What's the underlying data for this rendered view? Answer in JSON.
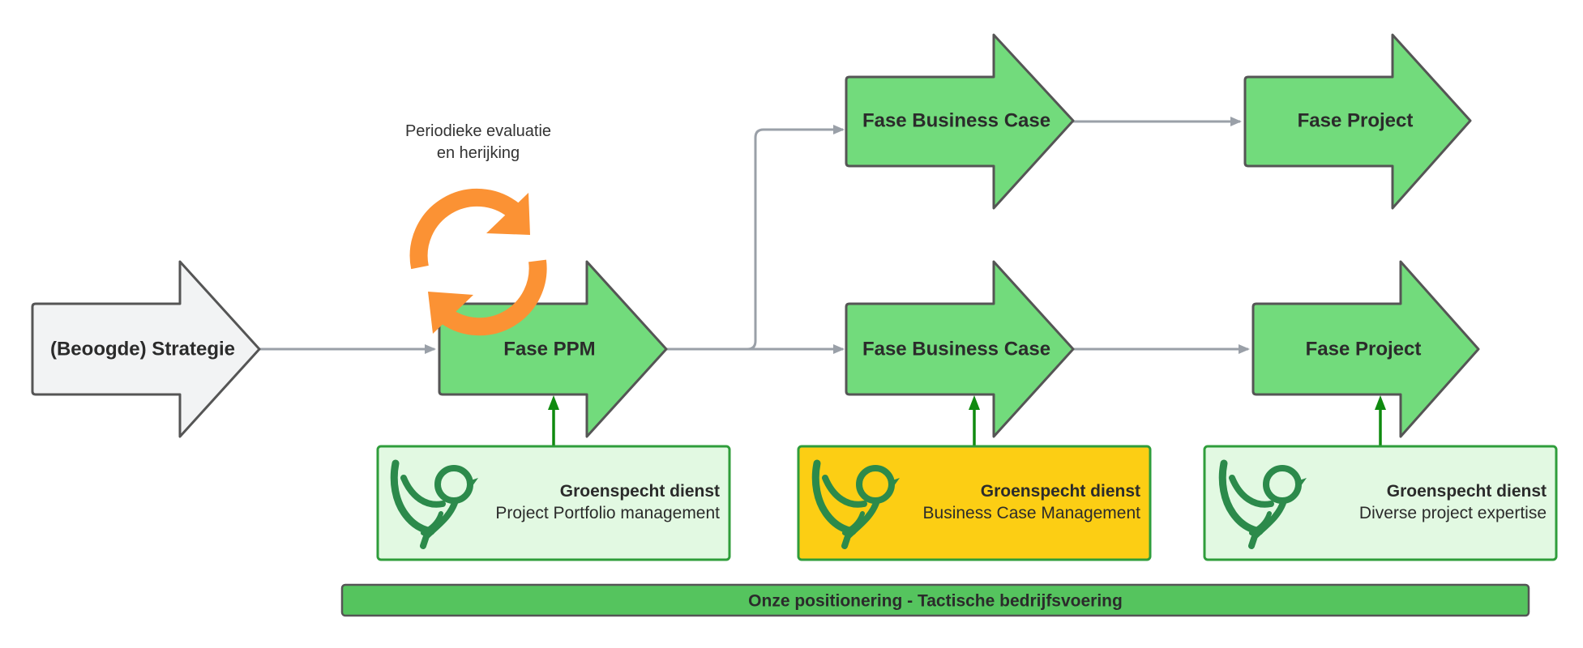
{
  "colors": {
    "phase_fill": "#72db7c",
    "strategy_fill": "#f2f3f4",
    "outline": "#555555",
    "connector": "#9aa0a8",
    "support_arrow": "#0f8a0f",
    "service_fill": "#e2f9e2",
    "service_highlight_fill": "#fcce14",
    "service_border": "#2f9d3b",
    "bar_fill": "#55c45e",
    "cycle": "#fb9234",
    "logo": "#2c8a4b"
  },
  "strategy": {
    "label": "(Beoogde) Strategie"
  },
  "cycle_note": {
    "line1": "Periodieke evaluatie",
    "line2": "en herijking",
    "icon": "refresh-cycle-icon"
  },
  "phases": {
    "ppm": {
      "label": "Fase PPM"
    },
    "business_case_top": {
      "label": "Fase Business Case"
    },
    "project_top": {
      "label": "Fase Project"
    },
    "business_case_bottom": {
      "label": "Fase Business Case"
    },
    "project_bottom": {
      "label": "Fase Project"
    }
  },
  "services": [
    {
      "title": "Groenspecht dienst",
      "subtitle": "Project Portfolio management",
      "icon": "groenspecht-bird-logo-icon",
      "highlighted": false
    },
    {
      "title": "Groenspecht dienst",
      "subtitle": "Business Case Management",
      "icon": "groenspecht-bird-logo-icon",
      "highlighted": true
    },
    {
      "title": "Groenspecht dienst",
      "subtitle": "Diverse project expertise",
      "icon": "groenspecht-bird-logo-icon",
      "highlighted": false
    }
  ],
  "positioning_bar": {
    "label": "Onze positionering - Tactische bedrijfsvoering"
  }
}
